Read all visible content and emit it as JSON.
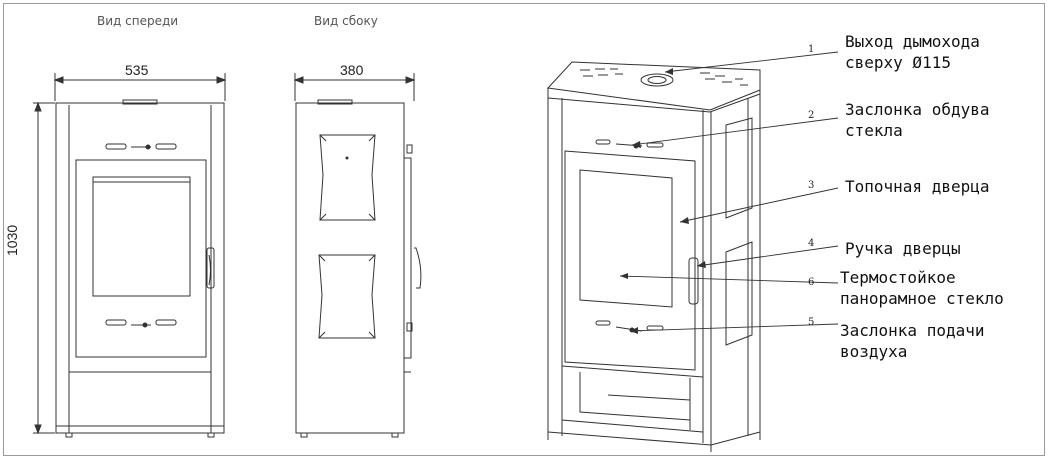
{
  "views": {
    "front_title": "Вид спереди",
    "side_title": "Вид сбоку"
  },
  "dimensions": {
    "width": "535",
    "depth": "380",
    "height": "1030"
  },
  "callouts": [
    {
      "number": "1",
      "lines": [
        "Выход дымохода",
        "сверху Ø115"
      ]
    },
    {
      "number": "2",
      "lines": [
        "Заслонка обдува",
        "стекла"
      ]
    },
    {
      "number": "3",
      "lines": [
        "Топочная дверца"
      ]
    },
    {
      "number": "4",
      "lines": [
        "Ручка дверцы"
      ]
    },
    {
      "number": "6",
      "lines": [
        "Термостойкое",
        "панорамное стекло"
      ]
    },
    {
      "number": "5",
      "lines": [
        "Заслонка подачи",
        "воздуха"
      ]
    }
  ],
  "colors": {
    "line": "#333333",
    "frame": "#9a9a9a"
  }
}
